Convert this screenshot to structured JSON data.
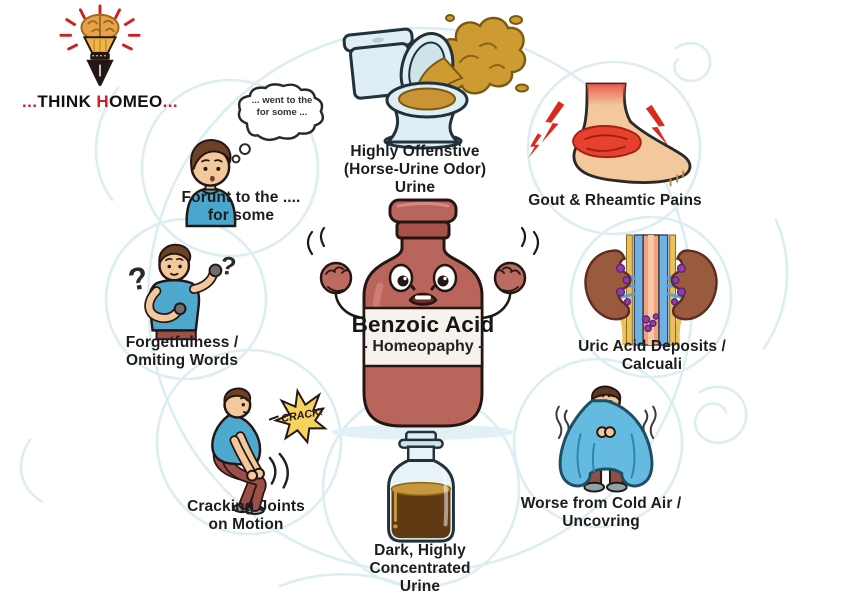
{
  "logo": {
    "part1": "...",
    "part2": "THINK ",
    "part3": "H",
    "part4": "OMEO",
    "part5": "..."
  },
  "center_bottle": {
    "title": "Benzoic Acid",
    "subtitle": "- Homeopaphy -"
  },
  "symptoms": {
    "memory_lapse": {
      "label": "Forunt to the ....\nfor some",
      "thought_bubble": "... went to the\nfor some ..."
    },
    "offensive_urine": {
      "label": "Highly Offenstive\n(Horse-Urine Odor)\nUrine"
    },
    "gout": {
      "label": "Gout & Rheamtic Pains"
    },
    "uric_acid": {
      "label": "Uric Acid Deposits /\nCalcuali"
    },
    "forgetfulness": {
      "label": "Forgetfulness /\nOmiting Words",
      "question_mark": "?"
    },
    "cracking_joints": {
      "label": "Cracking Joints\non Motion",
      "sound_effect": "CRACK!"
    },
    "dark_urine": {
      "label": "Dark, Highly\nConcentrated\nUrine"
    },
    "cold_air": {
      "label": "Worse from Cold Air /\nUncovring"
    }
  },
  "colors": {
    "logo_red": "#d01f1f",
    "bottle_body": "#b9655c",
    "label_background": "#f7f3ec",
    "caption_text": "#1d1d1d",
    "odor_mustard": "#ce9b33",
    "inflammation_red": "#e8402f",
    "kidney_brown": "#9a5a3e",
    "crystal_purple": "#8e3fa8",
    "urine_brown": "#5f3a13",
    "blanket_blue": "#64bbdf",
    "shirt_blue": "#4fa8ce",
    "crack_yellow": "#f5d35e",
    "background_swirl": "#d9edf1"
  }
}
